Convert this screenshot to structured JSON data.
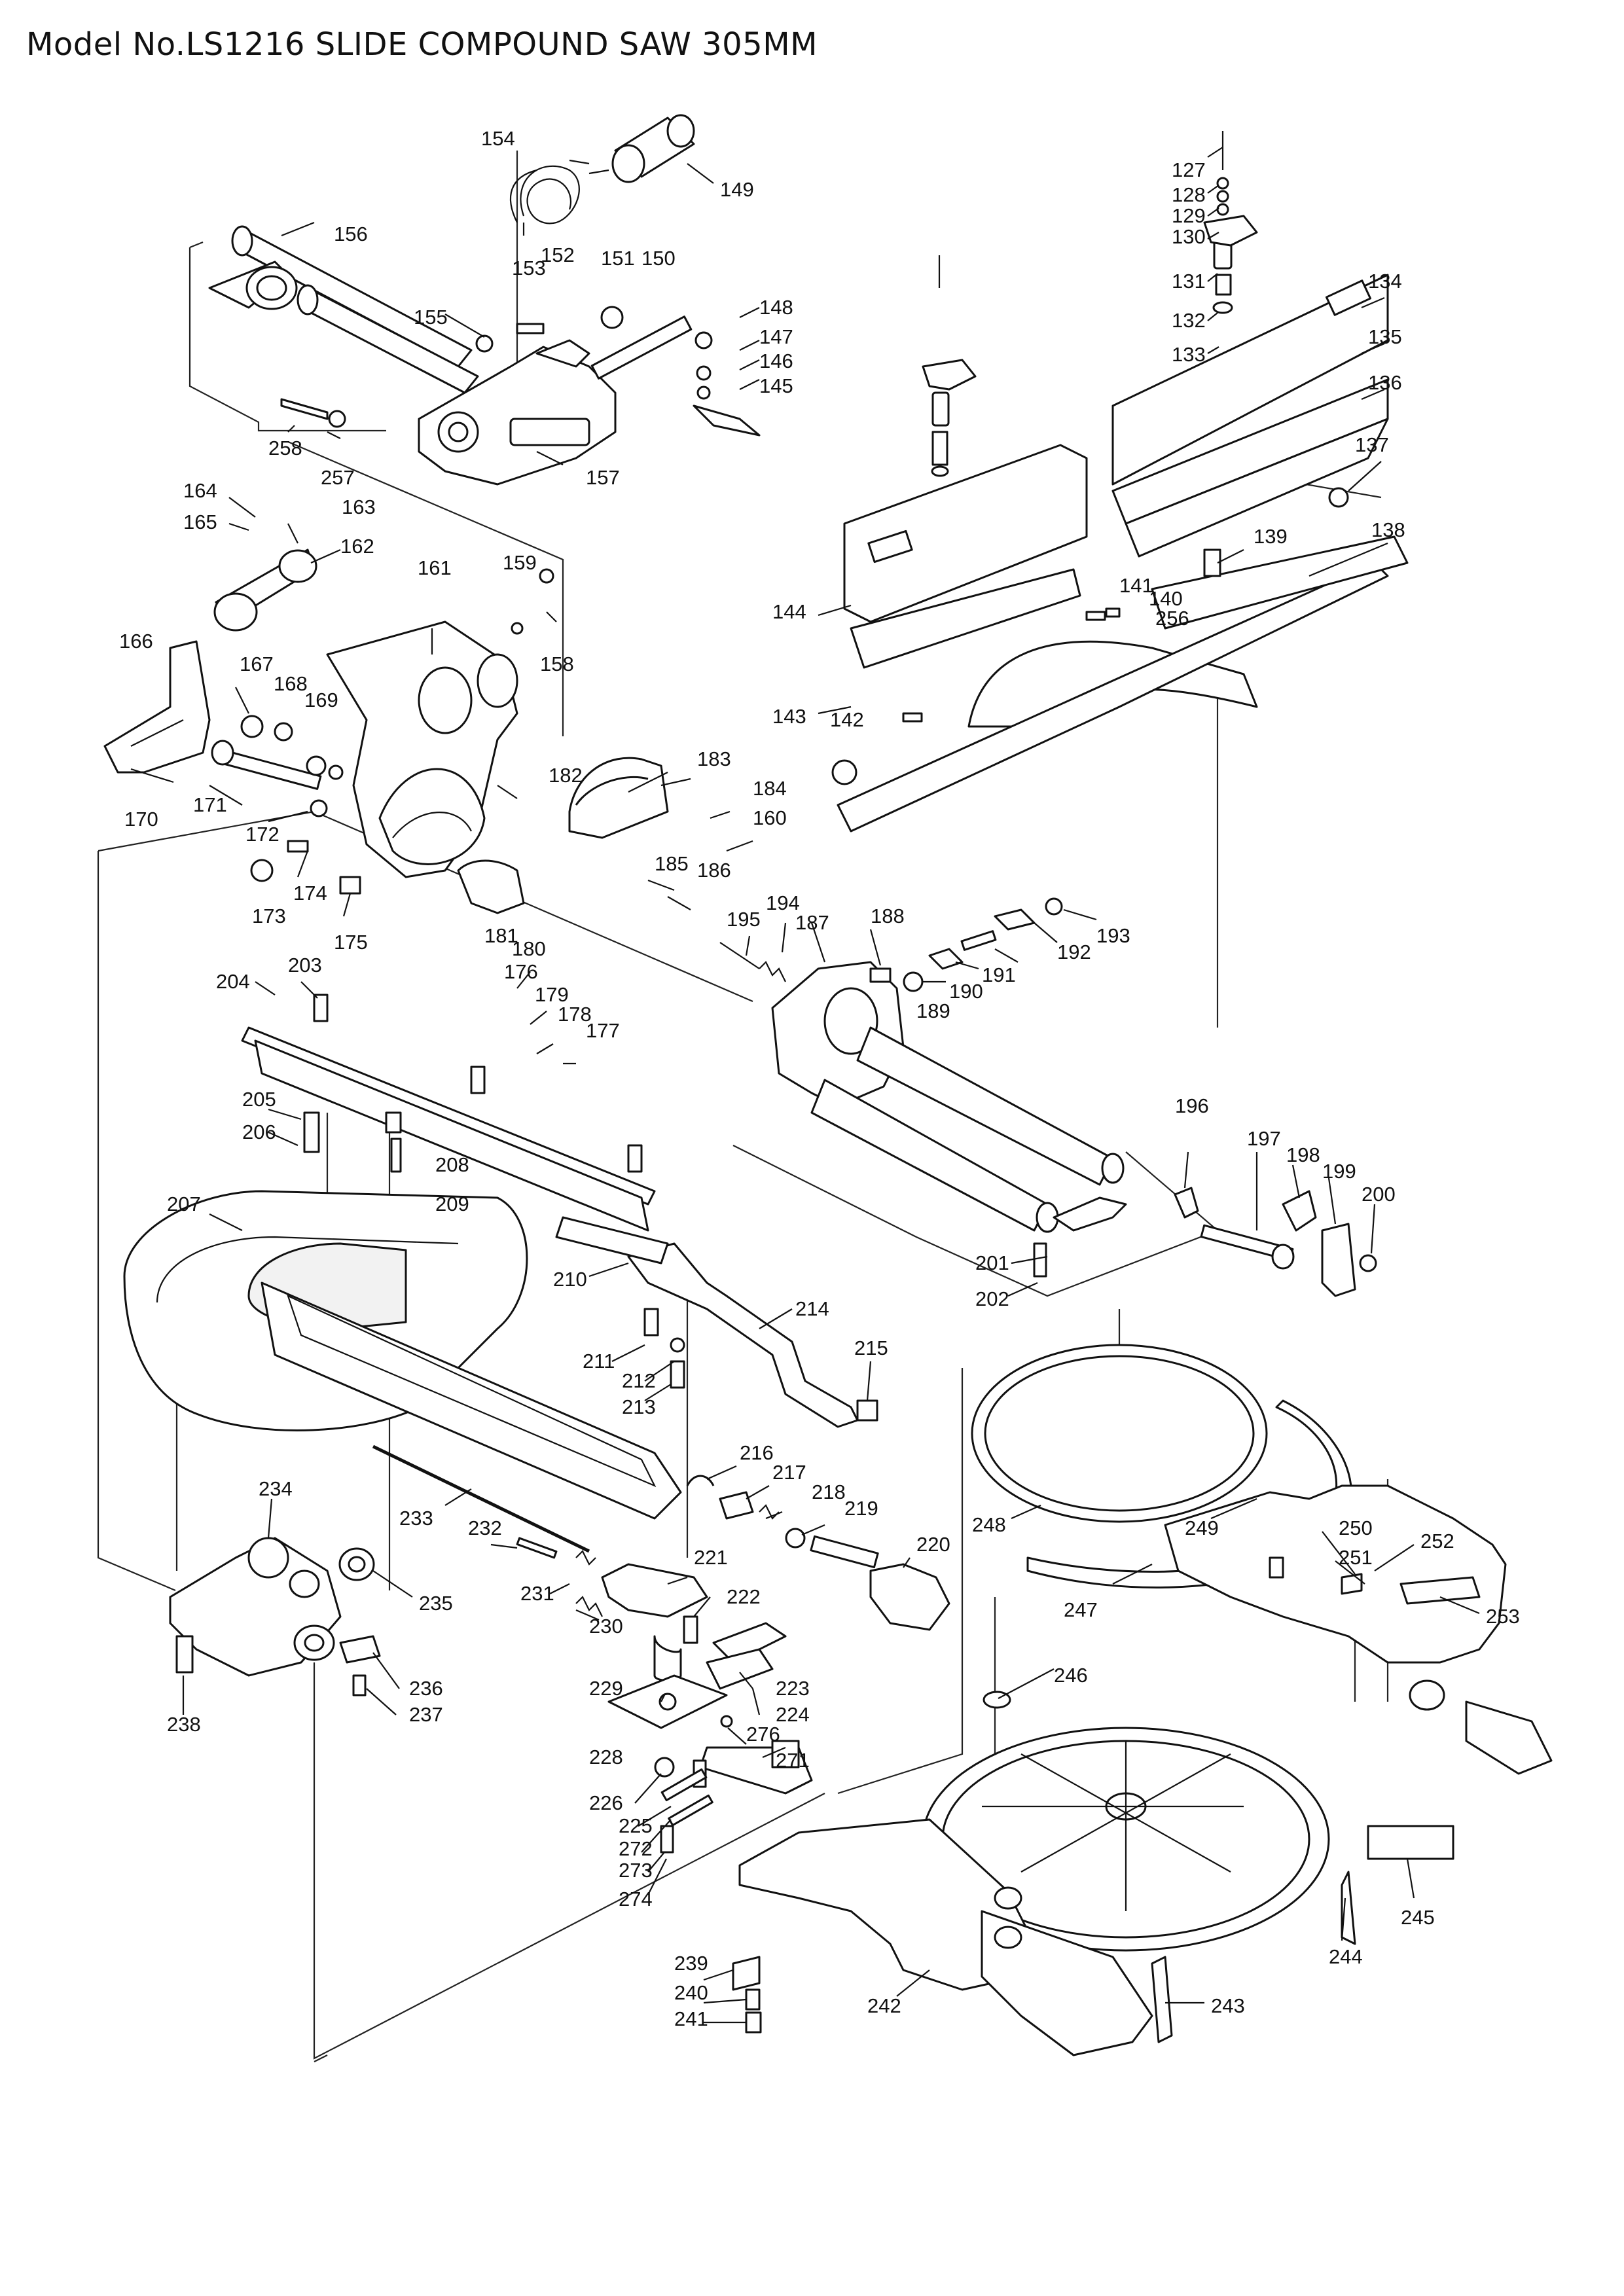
{
  "title": "Model No.LS1216 SLIDE COMPOUND SAW 305MM",
  "part_numbers": [
    "127",
    "128",
    "129",
    "130",
    "131",
    "132",
    "133",
    "134",
    "135",
    "136",
    "137",
    "138",
    "139",
    "140",
    "141",
    "142",
    "143",
    "144",
    "145",
    "146",
    "147",
    "148",
    "149",
    "150",
    "151",
    "152",
    "153",
    "154",
    "155",
    "156",
    "157",
    "158",
    "159",
    "160",
    "161",
    "162",
    "163",
    "164",
    "165",
    "166",
    "167",
    "168",
    "169",
    "170",
    "171",
    "172",
    "173",
    "174",
    "175",
    "176",
    "177",
    "178",
    "179",
    "180",
    "181",
    "182",
    "183",
    "184",
    "185",
    "186",
    "187",
    "188",
    "189",
    "190",
    "191",
    "192",
    "193",
    "194",
    "195",
    "196",
    "197",
    "198",
    "199",
    "200",
    "201",
    "202",
    "203",
    "204",
    "205",
    "206",
    "207",
    "208",
    "209",
    "210",
    "211",
    "212",
    "213",
    "214",
    "215",
    "216",
    "217",
    "218",
    "219",
    "220",
    "221",
    "222",
    "223",
    "224",
    "225",
    "226",
    "228",
    "229",
    "230",
    "231",
    "232",
    "233",
    "234",
    "235",
    "236",
    "237",
    "238",
    "239",
    "240",
    "241",
    "242",
    "243",
    "244",
    "245",
    "246",
    "247",
    "248",
    "249",
    "250",
    "251",
    "252",
    "253",
    "256",
    "257",
    "258",
    "271",
    "272",
    "273",
    "274",
    "276"
  ]
}
